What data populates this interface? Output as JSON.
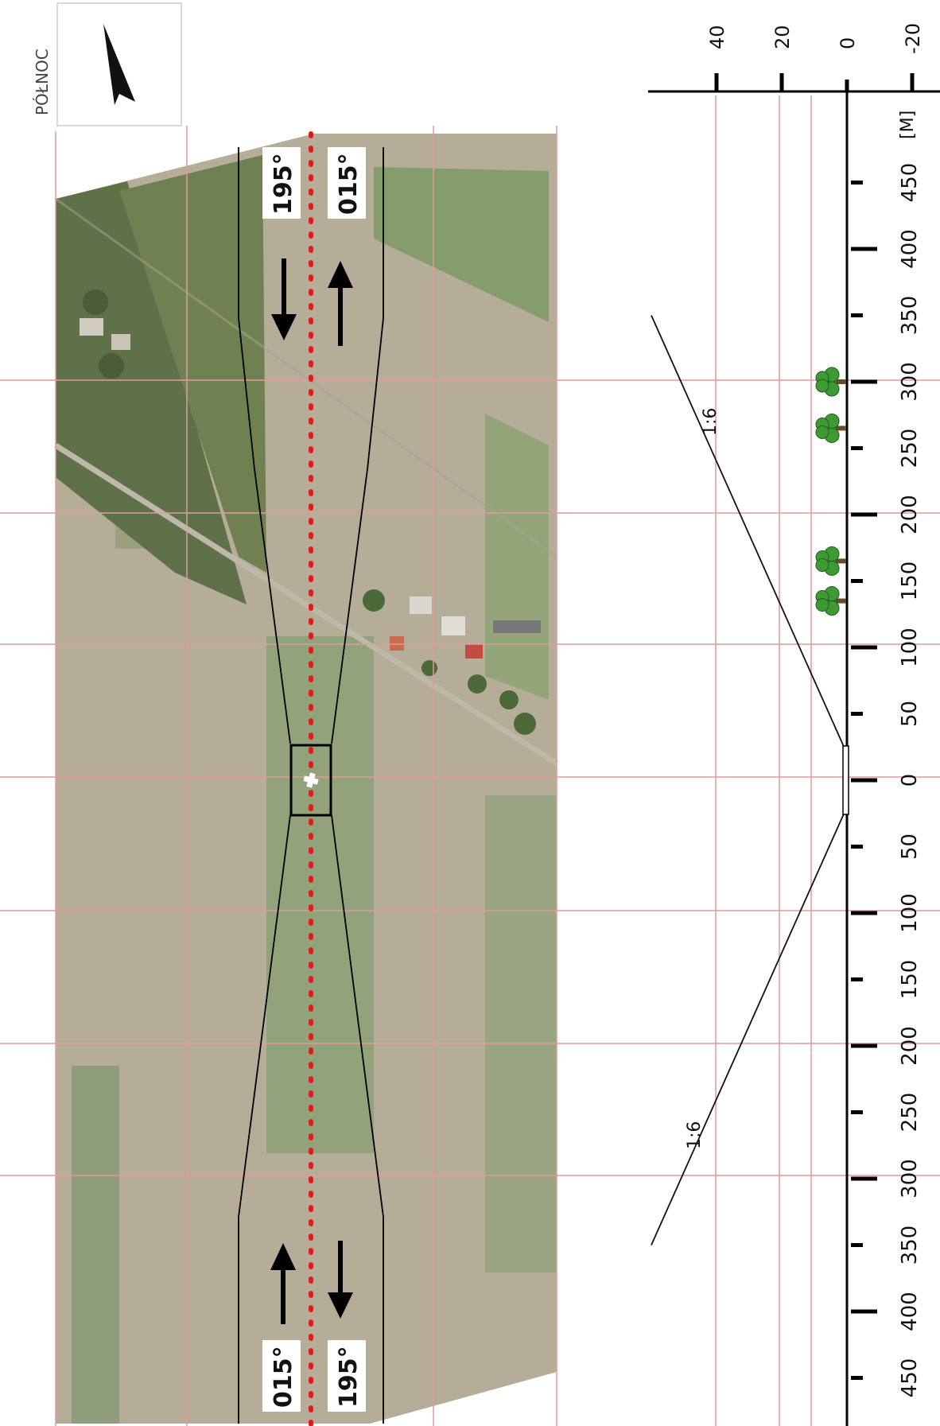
{
  "north_label": "PÓŁNOC",
  "headings": {
    "top_left": "195°",
    "top_right": "015°",
    "bottom_left": "015°",
    "bottom_right": "195°"
  },
  "slope_labels": [
    "1:6",
    "1:6"
  ],
  "chart_data": {
    "type": "line",
    "title": "",
    "height_axis": {
      "unit": "[M]",
      "ticks": [
        40,
        20,
        0,
        -20
      ]
    },
    "distance_axis": {
      "ticks": [
        450,
        400,
        350,
        300,
        250,
        200,
        150,
        100,
        50,
        0,
        50,
        100,
        150,
        200,
        250,
        300,
        350,
        400,
        450
      ]
    },
    "series": [
      {
        "values": [
          [
            -20,
            0
          ],
          [
            -350,
            60
          ]
        ]
      },
      {
        "values": [
          [
            20,
            0
          ],
          [
            350,
            60
          ]
        ]
      }
    ],
    "tree_positions_m": [
      -300,
      -265,
      -165,
      -135
    ]
  },
  "colors": {
    "field_light": "#b5ad97",
    "field_green": "#8a9f73",
    "forest": "#5e7148",
    "red_grid": "#e39a9a",
    "centerline": "#e8191c",
    "tree_green": "#3e9a34"
  }
}
